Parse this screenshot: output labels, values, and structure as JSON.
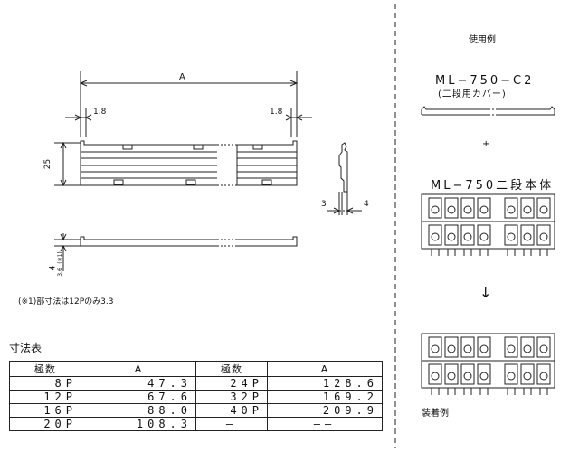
{
  "front_view": {
    "label_a": "A",
    "label_left_offset": "1.8",
    "label_right_offset": "1.8",
    "label_height": "25"
  },
  "side_view": {
    "label_left": "3",
    "label_right": "4"
  },
  "bottom_view": {
    "label_height": "4",
    "label_note_ref": "(※1)",
    "label_note_ref_val": "3.6"
  },
  "footnote": "(※1)部寸法は12Pのみ3.3",
  "usage": {
    "title": "使用例",
    "cover_model": "ML−750−C2",
    "cover_name": "(二段用カバー)",
    "plus": "+",
    "body_model": "ML−750二段本体",
    "arrow": "↓",
    "mounted": "装着例"
  },
  "dimension_table": {
    "title": "寸法表",
    "headers": [
      "極数",
      "A",
      "極数",
      "A"
    ],
    "rows": [
      [
        "8P",
        "47.3",
        "24P",
        "128.6"
      ],
      [
        "12P",
        "67.6",
        "32P",
        "169.2"
      ],
      [
        "16P",
        "88.0",
        "40P",
        "209.9"
      ],
      [
        "20P",
        "108.3",
        "—",
        "——"
      ]
    ]
  }
}
